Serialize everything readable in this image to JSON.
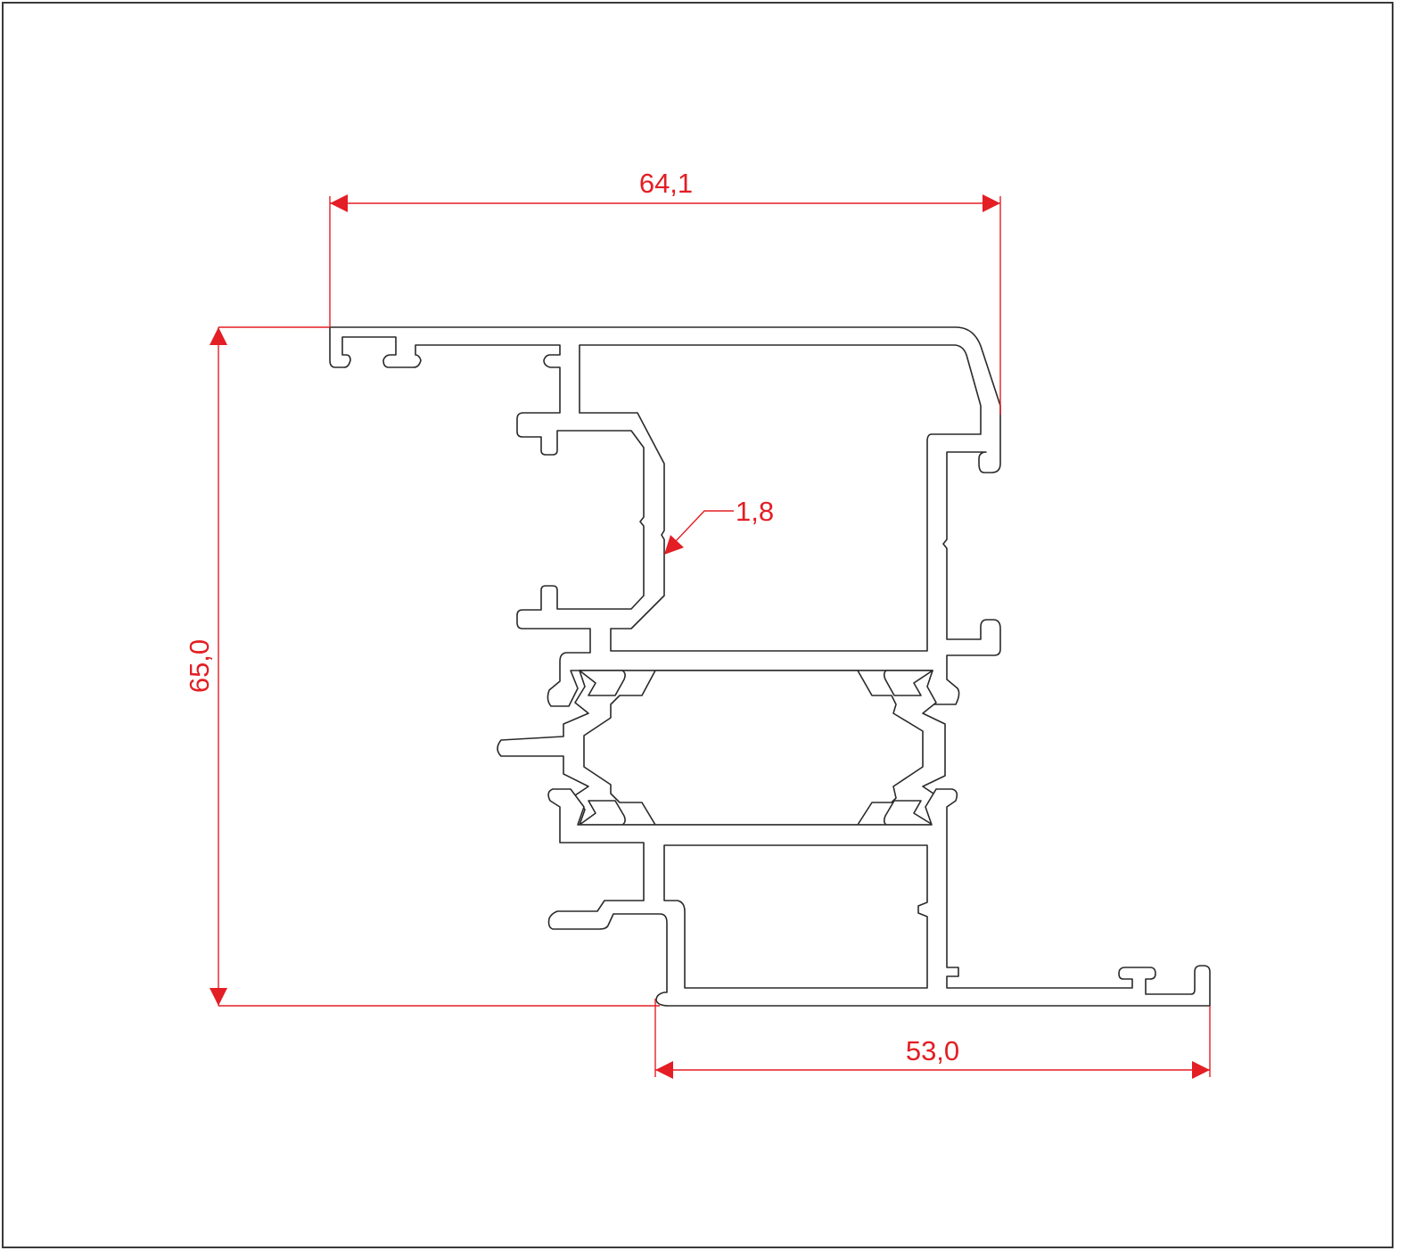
{
  "drawing": {
    "title": "Aluminium profile cross-section",
    "dimension_color": "#e31e24",
    "outline_color": "#2a2a2a",
    "dimensions": {
      "width_top": "64,1",
      "height": "65,0",
      "width_bottom": "53,0",
      "wall_thickness": "1,8"
    }
  }
}
